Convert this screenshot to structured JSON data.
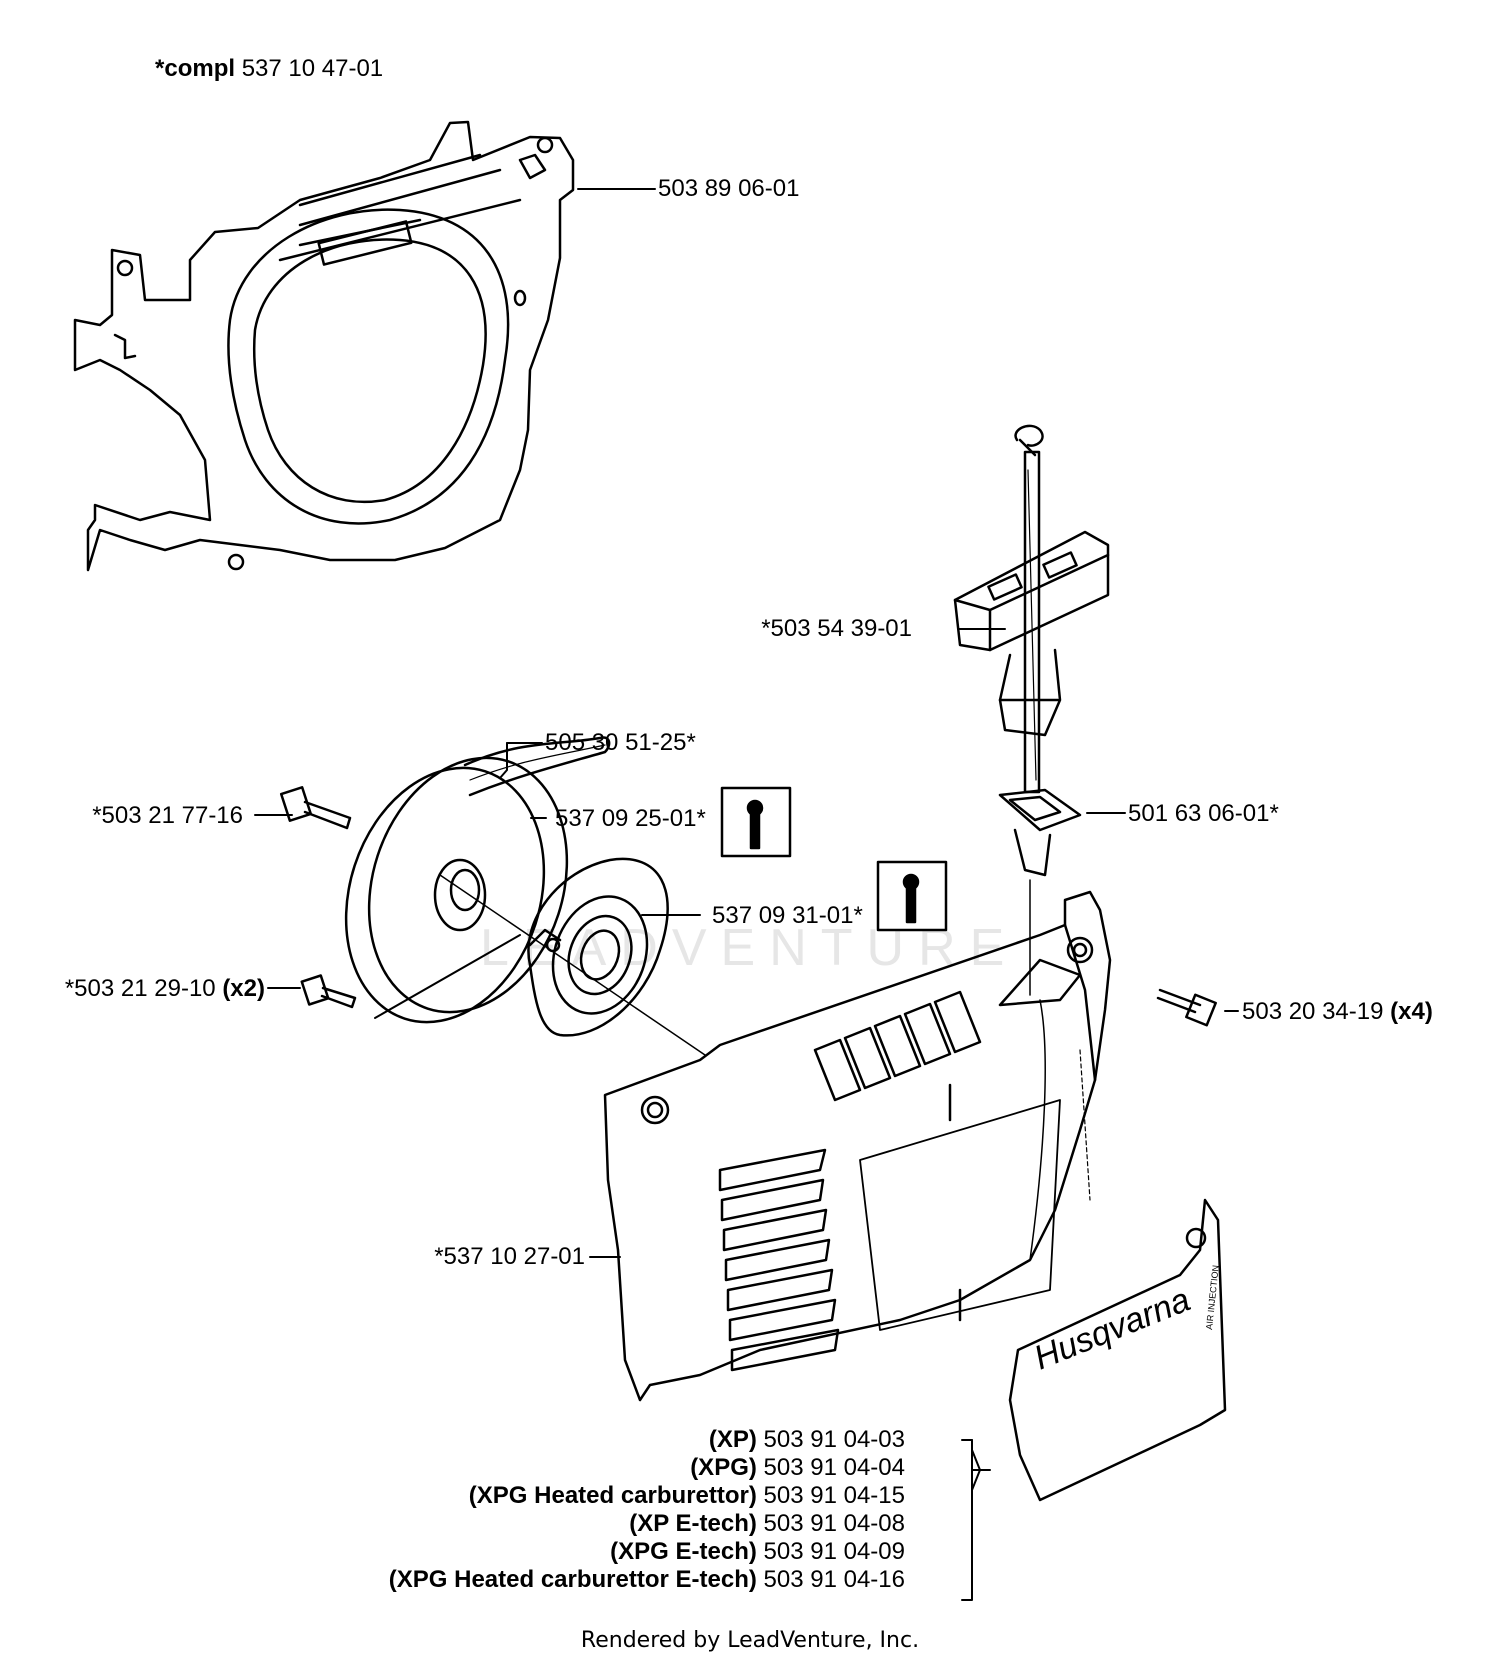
{
  "compl": {
    "prefix": "*compl",
    "part": "537 10 47-01"
  },
  "parts": {
    "p1": "503 89 06-01",
    "p2": "*503 54 39-01",
    "p3": "505 30 51-25*",
    "p4": "*503 21 77-16",
    "p5": "537 09 25-01*",
    "p6": "501 63 06-01*",
    "p7": "537 09 31-01*",
    "p8": "*503 21 29-10",
    "p8_qty": "(x2)",
    "p9": "503 20 34-19",
    "p9_qty": "(x4)",
    "p10": "*537 10 27-01"
  },
  "variants": [
    {
      "model": "(XP)",
      "part": "503 91 04-03"
    },
    {
      "model": "(XPG)",
      "part": "503 91 04-04"
    },
    {
      "model": "(XPG Heated carburettor)",
      "part": "503 91 04-15"
    },
    {
      "model": "(XP E-tech)",
      "part": "503 91 04-08"
    },
    {
      "model": "(XPG E-tech)",
      "part": "503 91 04-09"
    },
    {
      "model": "(XPG Heated carburettor E-tech)",
      "part": "503 91 04-16"
    }
  ],
  "decal": {
    "brand": "Husqvarna",
    "sub": "AIR INJECTION"
  },
  "watermark": "LEADVENTURE",
  "footer": "Rendered by LeadVenture, Inc."
}
